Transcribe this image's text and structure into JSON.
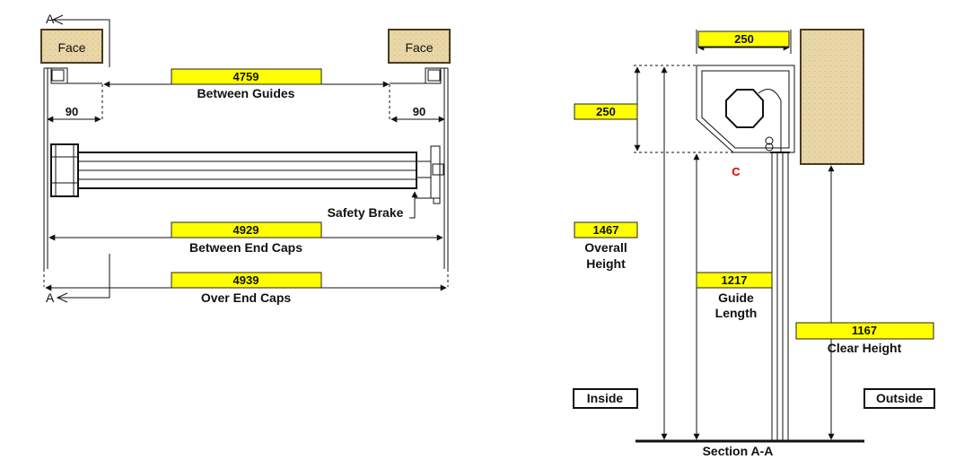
{
  "colors": {
    "value_box": "#ffff00",
    "wood": "#e8d6a6",
    "wood_stroke": "#4a3a20",
    "brake_label_red": "#e00000"
  },
  "left_view": {
    "section_marker": "A",
    "face_left": "Face",
    "face_right": "Face",
    "between_guides": {
      "value": "4759",
      "label": "Between Guides"
    },
    "side_left": "90",
    "side_right": "90",
    "safety_brake": "Safety Brake",
    "between_end_caps": {
      "value": "4929",
      "label": "Between End Caps"
    },
    "over_end_caps": {
      "value": "4939",
      "label": "Over End Caps"
    },
    "section_marker_bottom": "A"
  },
  "right_view": {
    "box_width": "250",
    "box_height": "250",
    "bracket_label": "C",
    "overall_height": {
      "value": "1467",
      "label_line1": "Overall",
      "label_line2": "Height"
    },
    "guide_length": {
      "value": "1217",
      "label_line1": "Guide",
      "label_line2": "Length"
    },
    "clear_height": {
      "value": "1167",
      "label": "Clear Height"
    },
    "inside_label": "Inside",
    "outside_label": "Outside",
    "section_caption": "Section A-A"
  }
}
